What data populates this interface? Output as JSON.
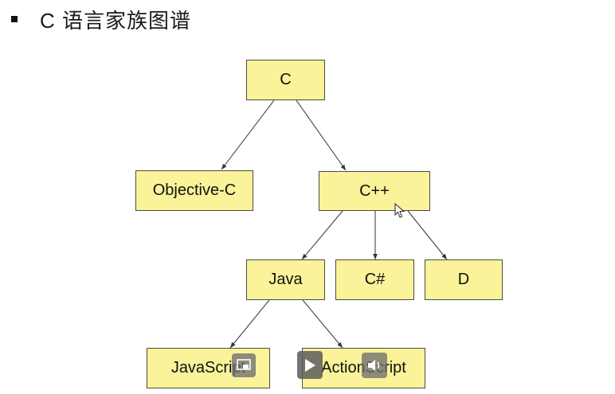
{
  "slide": {
    "title": "C 语言家族图谱"
  },
  "diagram": {
    "nodes": {
      "c": "C",
      "objective_c": "Objective-C",
      "cpp": "C++",
      "java": "Java",
      "csharp": "C#",
      "d": "D",
      "javascript": "JavaScript",
      "actionscript": "ActionScript"
    },
    "edges": [
      [
        "C",
        "Objective-C"
      ],
      [
        "C",
        "C++"
      ],
      [
        "C++",
        "Java"
      ],
      [
        "C++",
        "C#"
      ],
      [
        "C++",
        "D"
      ],
      [
        "Java",
        "JavaScript"
      ],
      [
        "Java",
        "ActionScript"
      ]
    ]
  },
  "player_controls": {
    "icons": [
      "picture-in-picture-icon",
      "play-icon",
      "volume-icon"
    ]
  },
  "colors": {
    "node_fill": "#fbf39a",
    "node_border": "#4d4a3a",
    "edge": "#333333"
  }
}
